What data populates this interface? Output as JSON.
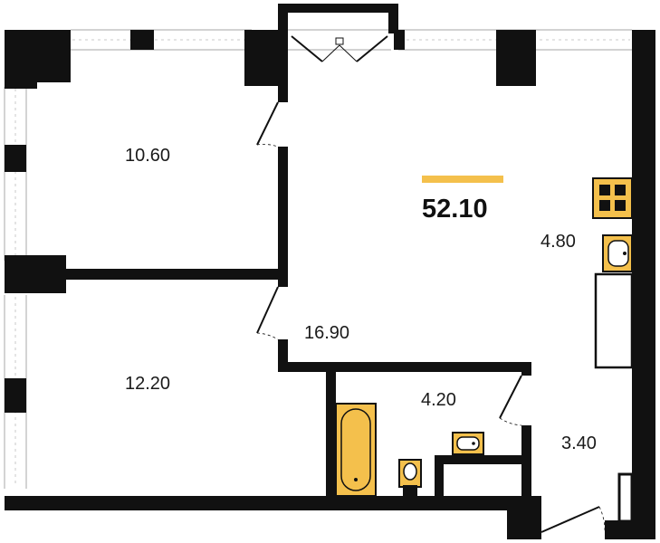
{
  "total_area": "52.10",
  "colors": {
    "wall": "#111111",
    "accent": "#f4c04c",
    "fixture_stroke": "#111111",
    "window_line": "#b8b8b8",
    "background": "#ffffff"
  },
  "rooms": {
    "bedroom_top": "10.60",
    "bedroom_bottom": "12.20",
    "living": "16.90",
    "kitchen": "4.80",
    "bathroom": "4.20",
    "hallway": "3.40"
  },
  "icons": [
    "stove-icon",
    "kitchen-sink-icon",
    "bathtub-icon",
    "washbasin-icon",
    "toilet-icon",
    "door-swing-icon"
  ]
}
